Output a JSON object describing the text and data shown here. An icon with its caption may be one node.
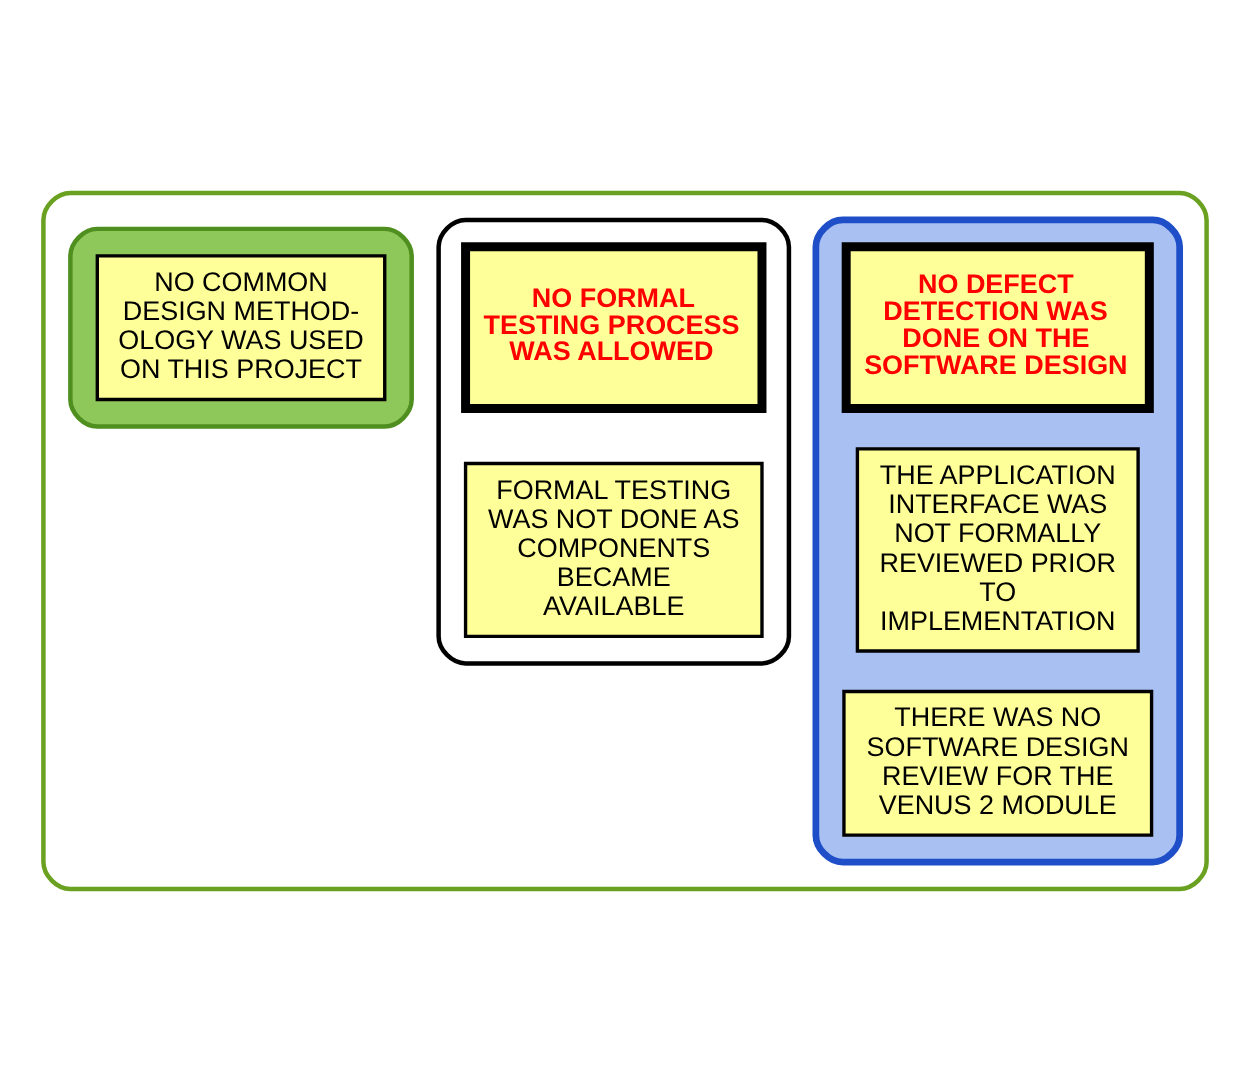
{
  "diagram": {
    "nodes": [
      {
        "text": [],
        "shape": "box"
      },
      {
        "text": [],
        "shape": "box",
        "in": 0
      },
      {
        "text": [
          "NO COMMON DESIGN METHOD- OLOGY WAS USED ON THIS PROJECT"
        ],
        "in": 1
      },
      {
        "text": [],
        "shape": "box",
        "in": 0
      },
      {
        "text": [
          "NO FORMAL TESTING PROCESS WAS ALLOWED"
        ],
        "in": 3
      },
      {
        "text": [
          "FORMAL TESTING WAS NOT DONE AS COMPONENTS BECAME AVAILABLE"
        ],
        "in": 3
      },
      {
        "text": [],
        "shape": "box",
        "in": 0
      },
      {
        "text": [
          "NO DEFECT DETECTION WAS DONE ON THE SOFTWARE DESIGN"
        ],
        "in": 6
      },
      {
        "text": [
          "THE APPLICATION INTERFACE WAS NOT FORMALLY REVIEWED PRIOR TO IMPLEMENTATION"
        ],
        "in": 6
      },
      {
        "text": [
          "THERE WAS NO SOFTWARE DESIGN REVIEW FOR THE VENUS 2 MODULE"
        ],
        "in": 6
      }
    ]
  }
}
